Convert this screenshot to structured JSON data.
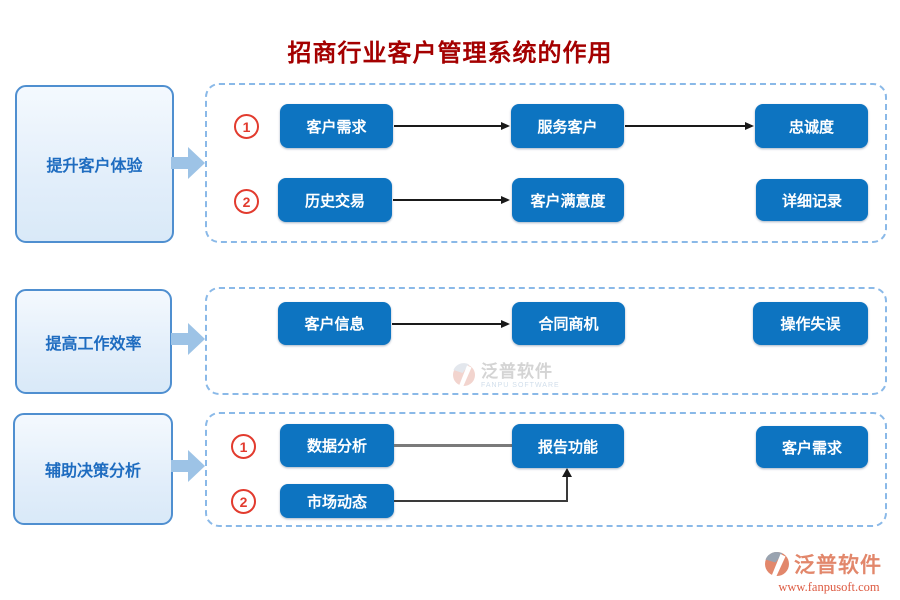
{
  "title": "招商行业客户管理系统的作用",
  "sections": [
    {
      "label": "提升客户体验",
      "rows": [
        {
          "num": "1",
          "nodes": [
            "客户需求",
            "服务客户",
            "忠诚度"
          ]
        },
        {
          "num": "2",
          "nodes": [
            "历史交易",
            "客户满意度",
            "详细记录"
          ]
        }
      ]
    },
    {
      "label": "提高工作效率",
      "rows": [
        {
          "num": "",
          "nodes": [
            "客户信息",
            "合同商机",
            "操作失误"
          ]
        }
      ]
    },
    {
      "label": "辅助决策分析",
      "rows": [
        {
          "num": "1",
          "nodes": [
            "数据分析",
            "报告功能",
            "客户需求"
          ]
        },
        {
          "num": "2",
          "nodes": [
            "市场动态"
          ]
        }
      ]
    }
  ],
  "watermark": {
    "brand": "泛普软件",
    "sub": "FANPU SOFTWARE"
  },
  "footer": {
    "brand": "泛普软件",
    "url": "www.fanpusoft.com"
  },
  "colors": {
    "node_blue": "#0d74c1",
    "accent_red": "#e23b2e",
    "panel_dash_blue": "#8ab9e8",
    "side_border_blue": "#4f8fd0",
    "flow_arrow_blue": "#9dc3e6",
    "title_red": "#a40000",
    "footer_orange": "#e2876b"
  }
}
